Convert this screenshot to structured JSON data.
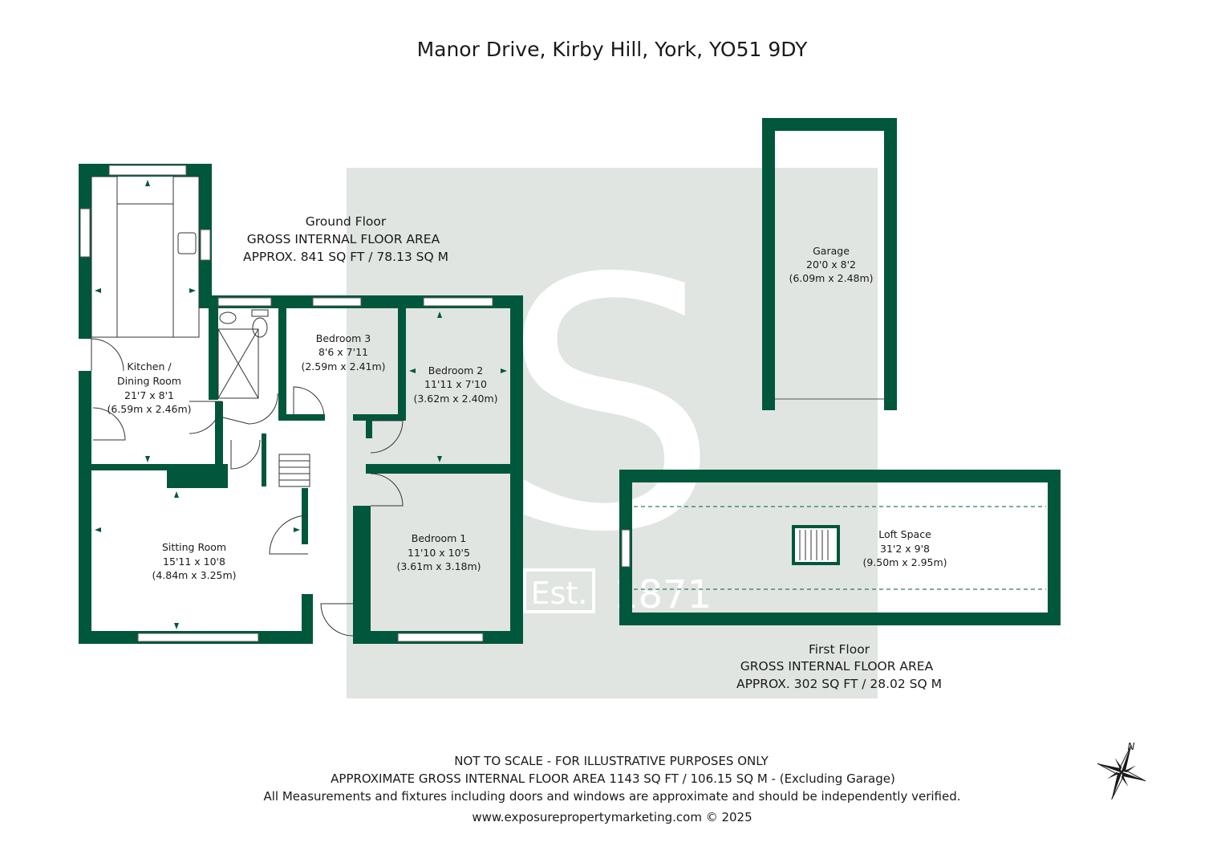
{
  "colors": {
    "wall": "#00573c",
    "watermark_bg": "#e0e5e2",
    "text": "#1a1a1a"
  },
  "title": "Manor Drive, Kirby Hill, York, YO51 9DY",
  "ground_floor": {
    "name": "Ground Floor",
    "area_heading": "GROSS INTERNAL FLOOR AREA",
    "area_value": "APPROX. 841 SQ FT / 78.13 SQ M"
  },
  "first_floor": {
    "name": "First Floor",
    "area_heading": "GROSS INTERNAL FLOOR AREA",
    "area_value": "APPROX. 302 SQ FT / 28.02 SQ M"
  },
  "rooms": {
    "kitchen": {
      "name_1": "Kitchen /",
      "name_2": "Dining Room",
      "imperial": "21'7 x 8'1",
      "metric": "(6.59m x 2.46m)"
    },
    "bedroom3": {
      "name": "Bedroom 3",
      "imperial": "8'6 x 7'11",
      "metric": "(2.59m x 2.41m)"
    },
    "bedroom2": {
      "name": "Bedroom 2",
      "imperial": "11'11 x 7'10",
      "metric": "(3.62m x 2.40m)"
    },
    "bedroom1": {
      "name": "Bedroom 1",
      "imperial": "11'10 x 10'5",
      "metric": "(3.61m x 3.18m)"
    },
    "sitting": {
      "name": "Sitting Room",
      "imperial": "15'11 x 10'8",
      "metric": "(4.84m x 3.25m)"
    },
    "garage": {
      "name": "Garage",
      "imperial": "20'0 x 8'2",
      "metric": "(6.09m x 2.48m)"
    },
    "loft": {
      "name": "Loft Space",
      "imperial": "31'2 x 9'8",
      "metric": "(9.50m x 2.95m)"
    }
  },
  "watermark": {
    "letter": "S",
    "est": "Est.",
    "year": "1871"
  },
  "footer": {
    "line1": "NOT TO SCALE - FOR ILLUSTRATIVE PURPOSES ONLY",
    "line2": "APPROXIMATE GROSS INTERNAL FLOOR AREA 1143 SQ FT / 106.15 SQ M - (Excluding Garage)",
    "line3": "All Measurements and fixtures including doors and windows are approximate and should be independently verified.",
    "line4": "www.exposurepropertymarketing.com © 2025"
  },
  "compass": {
    "label": "N"
  }
}
